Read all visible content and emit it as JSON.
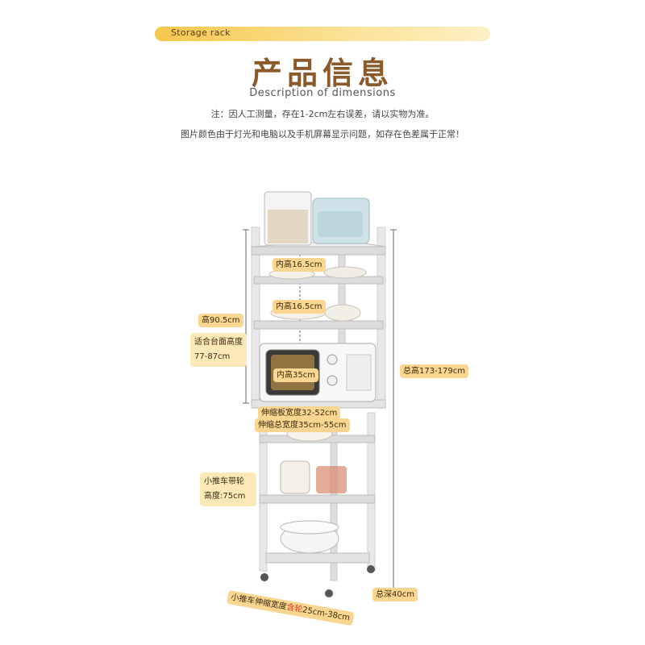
{
  "header": {
    "banner_label": "Storage rack",
    "title": "产品信息",
    "subtitle": "Description of dimensions",
    "note_line1": "注：因人工测量，存在1-2cm左右误差，请以实物为准。",
    "note_line2": "图片颜色由于灯光和电脑以及手机屏幕显示问题，如存在色差属于正常！"
  },
  "dimensions": {
    "inner_height_top": "内高16.5cm",
    "inner_height_mid": "内高16.5cm",
    "inner_height_microwave": "内高35cm",
    "height_upper": "高90.5cm",
    "counter_fit_label": "适合台面高度",
    "counter_fit_value": "77-87cm",
    "total_height": "总高173-179cm",
    "extend_board_width": "伸缩板宽度32-52cm",
    "extend_total_width": "伸缩总宽度35cm-55cm",
    "cart_label": "小推车带轮",
    "cart_height": "高度:75cm",
    "total_depth": "总深40cm",
    "cart_width_prefix": "小推车伸缩宽度",
    "cart_width_highlight": "含轮",
    "cart_width_suffix": "25cm-38cm"
  },
  "colors": {
    "banner": "#f7c74c",
    "title": "#8a5a2b",
    "tag": "#fad690",
    "highlight": "#e0301e",
    "frame": "#e6e6e6"
  }
}
